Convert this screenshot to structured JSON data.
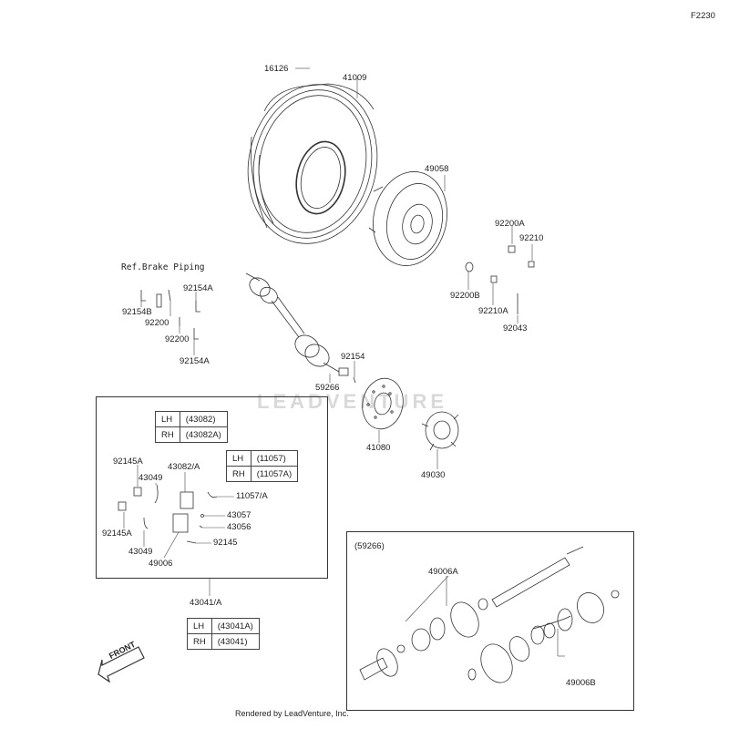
{
  "figure_code": "F2230",
  "watermark": "LEADVENTURE",
  "footer": "Rendered by LeadVenture, Inc.",
  "front_label": "FRONT",
  "ref_label": "Ref.Brake Piping",
  "inset_title": "(59266)",
  "labels": {
    "l16126": "16126",
    "l41009": "41009",
    "l49058": "49058",
    "l92200A": "92200A",
    "l92210": "92210",
    "l92200B": "92200B",
    "l92210A": "92210A",
    "l92043": "92043",
    "l92154A_1": "92154A",
    "l92154B": "92154B",
    "l92200_1": "92200",
    "l92200_2": "92200",
    "l92154A_2": "92154A",
    "l92154": "92154",
    "l59266": "59266",
    "l41080": "41080",
    "l49030": "49030",
    "l92145A_1": "92145A",
    "l43049_1": "43049",
    "l43082A": "43082/A",
    "l11057A": "11057/A",
    "l43057": "43057",
    "l43056": "43056",
    "l92145": "92145",
    "l92145A_2": "92145A",
    "l43049_2": "43049",
    "l49006": "49006",
    "l43041A": "43041/A",
    "l49006A": "49006A",
    "l49006B": "49006B"
  },
  "tables": {
    "t43082": [
      {
        "side": "LH",
        "part": "(43082)"
      },
      {
        "side": "RH",
        "part": "(43082A)"
      }
    ],
    "t11057": [
      {
        "side": "LH",
        "part": "(11057)"
      },
      {
        "side": "RH",
        "part": "(11057A)"
      }
    ],
    "t43041": [
      {
        "side": "LH",
        "part": "(43041A)"
      },
      {
        "side": "RH",
        "part": "(43041)"
      }
    ]
  }
}
